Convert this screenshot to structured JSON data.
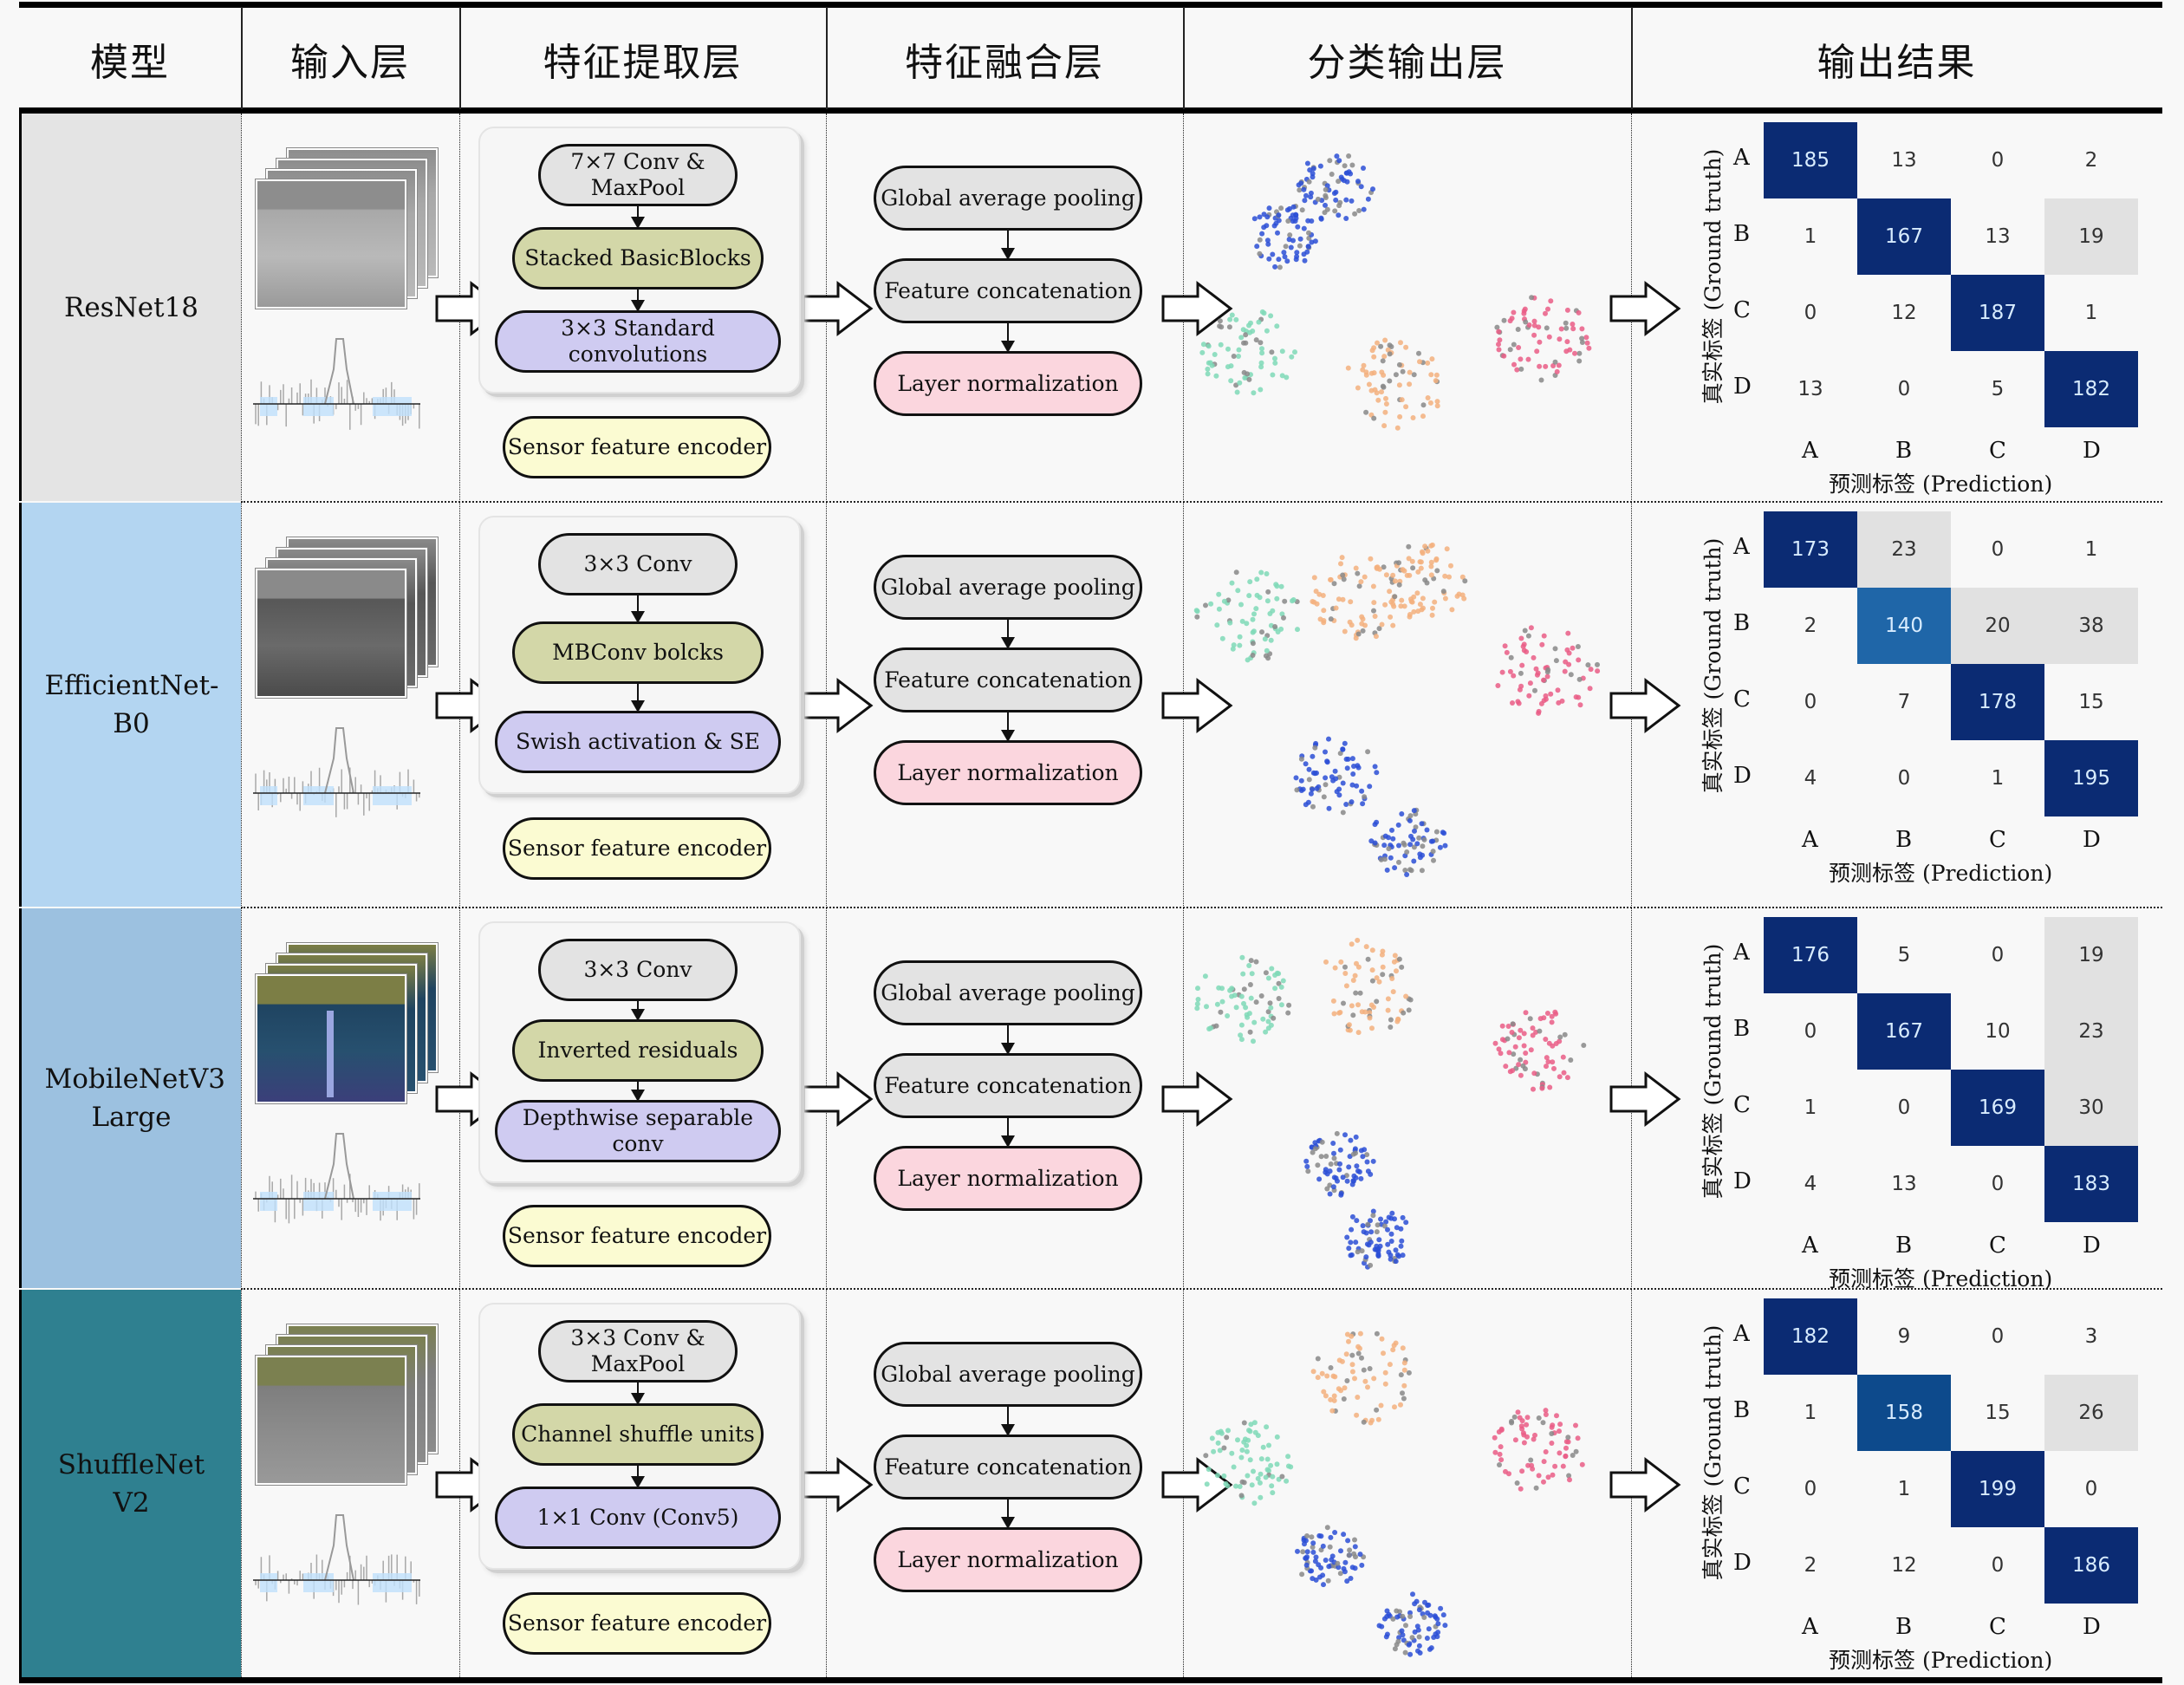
{
  "header": {
    "columns": [
      "模型",
      "输入层",
      "特征提取层",
      "特征融合层",
      "分类输出层",
      "输出结果"
    ]
  },
  "colors": {
    "model_bg": [
      "#e4e4e4",
      "#b3d5f1",
      "#9cc1e0",
      "#2f8090"
    ],
    "cm_dark": "#0b2b73",
    "cm_mid": "#1f66a8",
    "cm_light": "#e1e1e1",
    "cluster_colors": [
      "#2b4fd6",
      "#7fd9b7",
      "#f3b07e",
      "#ea5d86"
    ]
  },
  "confusion_axis": {
    "ylabel": "真实标签 (Ground truth)",
    "xlabel": "预测标签 (Prediction)",
    "classes": [
      "A",
      "B",
      "C",
      "D"
    ]
  },
  "rows": [
    {
      "model": "ResNet18",
      "input": {
        "image": "road-image-stack-icon",
        "signal": "sensor-signal-icon"
      },
      "extraction": [
        "7×7 Conv & MaxPool",
        "Stacked BasicBlocks",
        "3×3 Standard convolutions"
      ],
      "sensor_encoder": "Sensor feature encoder",
      "fusion": [
        "Global average pooling",
        "Feature concatenation",
        "Layer normalization"
      ],
      "confusion": [
        [
          185,
          13,
          0,
          2
        ],
        [
          1,
          167,
          13,
          19
        ],
        [
          0,
          12,
          187,
          1
        ],
        [
          13,
          0,
          5,
          182
        ]
      ]
    },
    {
      "model": "EfficientNet-B0",
      "input": {
        "image": "road-image-stack-icon",
        "signal": "sensor-signal-icon"
      },
      "extraction": [
        "3×3 Conv",
        "MBConv bolcks",
        "Swish activation & SE"
      ],
      "sensor_encoder": "Sensor feature encoder",
      "fusion": [
        "Global average pooling",
        "Feature concatenation",
        "Layer normalization"
      ],
      "confusion": [
        [
          173,
          23,
          0,
          1
        ],
        [
          2,
          140,
          20,
          38
        ],
        [
          0,
          7,
          178,
          15
        ],
        [
          4,
          0,
          1,
          195
        ]
      ]
    },
    {
      "model": "MobileNetV3 Large",
      "input": {
        "image": "road-image-stack-icon",
        "signal": "sensor-signal-icon"
      },
      "extraction": [
        "3×3 Conv",
        "Inverted residuals",
        "Depthwise separable conv"
      ],
      "sensor_encoder": "Sensor feature encoder",
      "fusion": [
        "Global average pooling",
        "Feature concatenation",
        "Layer normalization"
      ],
      "confusion": [
        [
          176,
          5,
          0,
          19
        ],
        [
          0,
          167,
          10,
          23
        ],
        [
          1,
          0,
          169,
          30
        ],
        [
          4,
          13,
          0,
          183
        ]
      ]
    },
    {
      "model": "ShuffleNet V2",
      "input": {
        "image": "road-image-stack-icon",
        "signal": "sensor-signal-icon"
      },
      "extraction": [
        "3×3 Conv & MaxPool",
        "Channel shuffle units",
        "1×1 Conv (Conv5)"
      ],
      "sensor_encoder": "Sensor feature encoder",
      "fusion": [
        "Global average pooling",
        "Feature concatenation",
        "Layer normalization"
      ],
      "confusion": [
        [
          182,
          9,
          0,
          3
        ],
        [
          1,
          158,
          15,
          26
        ],
        [
          0,
          1,
          199,
          0
        ],
        [
          2,
          12,
          0,
          186
        ]
      ]
    }
  ]
}
